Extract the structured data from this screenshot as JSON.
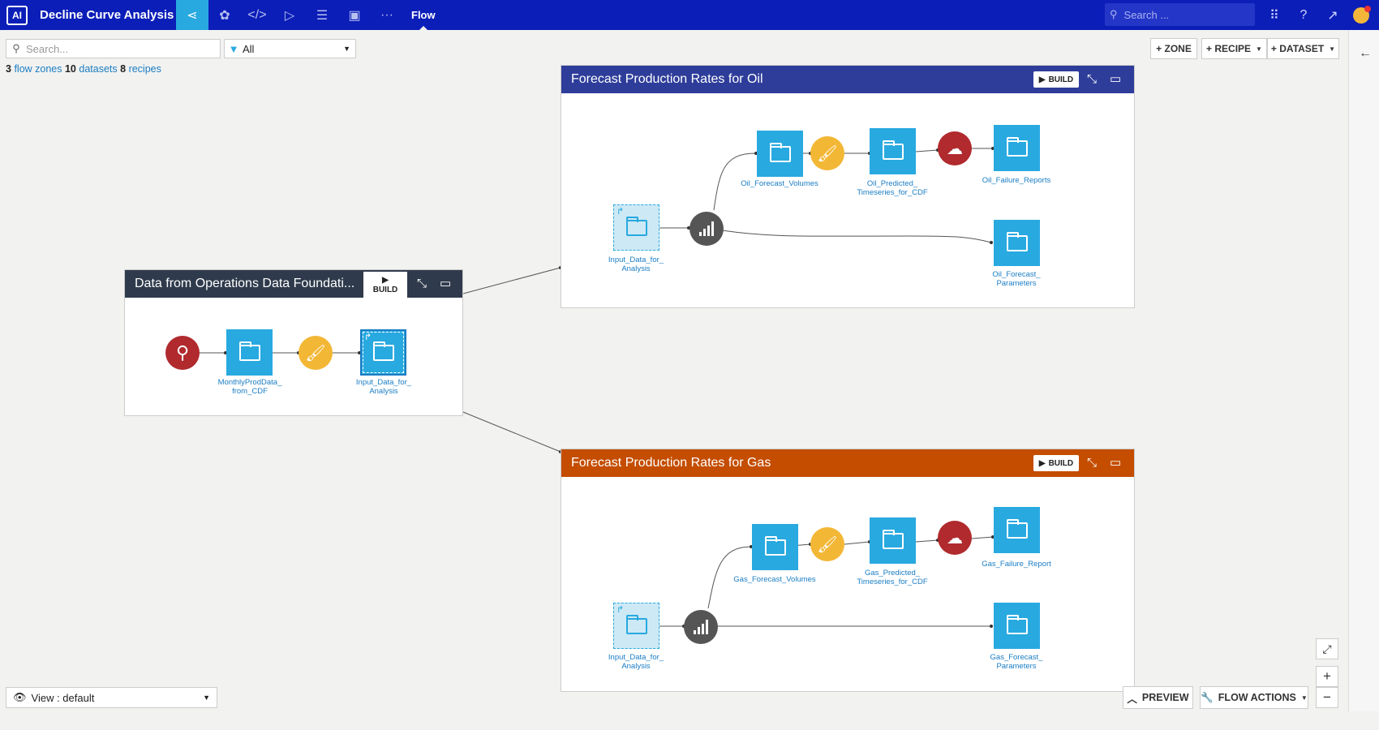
{
  "header": {
    "project_title": "Decline Curve Analysis",
    "active_section": "Flow",
    "search_placeholder": "Search ...",
    "logo_text": "AI"
  },
  "toolbar": {
    "search_placeholder": "Search...",
    "filter_value": "All",
    "summary": {
      "zones_count": "3",
      "zones_label": "flow zones",
      "datasets_count": "10",
      "datasets_label": "datasets",
      "recipes_count": "8",
      "recipes_label": "recipes"
    },
    "zone_btn": "+ ZONE",
    "recipe_btn": "+ RECIPE",
    "dataset_btn": "+ DATASET"
  },
  "zones": {
    "source": {
      "title": "Data from Operations Data Foundati...",
      "build_label": "BUILD",
      "color": "#2f3b4c",
      "datasets": {
        "monthly": "MonthlyProdData_\nfrom_CDF",
        "input": "Input_Data_for_\nAnalysis"
      }
    },
    "oil": {
      "title": "Forecast Production Rates for Oil",
      "build_label": "BUILD",
      "color": "#2e3d9a",
      "datasets": {
        "input": "Input_Data_for_\nAnalysis",
        "volumes": "Oil_Forecast_Volumes",
        "predicted": "Oil_Predicted_\nTimeseries_for_CDF",
        "failure": "Oil_Failure_Reports",
        "params": "Oil_Forecast_\nParameters"
      }
    },
    "gas": {
      "title": "Forecast Production Rates for Gas",
      "build_label": "BUILD",
      "color": "#c44d00",
      "datasets": {
        "input": "Input_Data_for_\nAnalysis",
        "volumes": "Gas_Forecast_Volumes",
        "predicted": "Gas_Predicted_\nTimeseries_for_CDF",
        "failure": "Gas_Failure_Report",
        "params": "Gas_Forecast_\nParameters"
      }
    }
  },
  "footer": {
    "view_label": "View : default",
    "preview_btn": "PREVIEW",
    "flow_actions_btn": "FLOW ACTIONS"
  },
  "colors": {
    "nav_bg": "#0c1eb8",
    "accent": "#28a9e0",
    "recipe_red": "#b02a2e",
    "recipe_yellow": "#f3b736",
    "recipe_dark": "#555555"
  }
}
